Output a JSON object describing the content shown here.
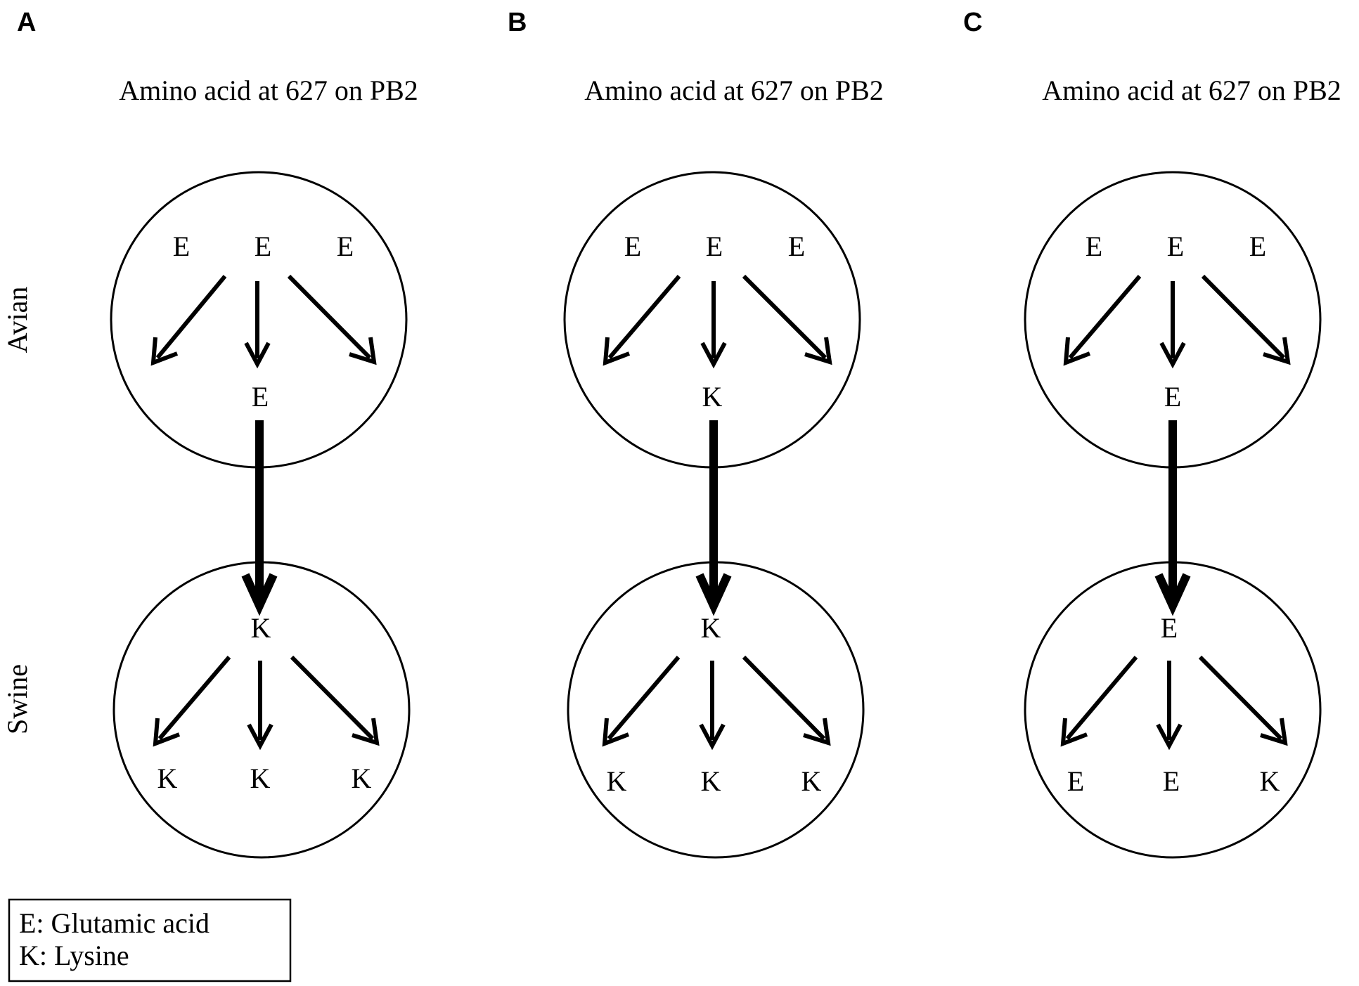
{
  "host_labels": {
    "avian": "Avian",
    "swine": "Swine"
  },
  "panels": [
    {
      "letter": "A",
      "title": "Amino acid at 627 on PB2",
      "avian": {
        "top": [
          "E",
          "E",
          "E"
        ],
        "bottom": "E"
      },
      "swine": {
        "top": "K",
        "bottom": [
          "K",
          "K",
          "K"
        ]
      }
    },
    {
      "letter": "B",
      "title": "Amino acid at 627 on PB2",
      "avian": {
        "top": [
          "E",
          "E",
          "E"
        ],
        "bottom": "K"
      },
      "swine": {
        "top": "K",
        "bottom": [
          "K",
          "K",
          "K"
        ]
      }
    },
    {
      "letter": "C",
      "title": "Amino acid at 627 on PB2",
      "avian": {
        "top": [
          "E",
          "E",
          "E"
        ],
        "bottom": "E"
      },
      "swine": {
        "top": "E",
        "bottom": [
          "E",
          "E",
          "K"
        ]
      }
    }
  ],
  "legend": {
    "line1": "E: Glutamic acid",
    "line2": "K: Lysine"
  }
}
